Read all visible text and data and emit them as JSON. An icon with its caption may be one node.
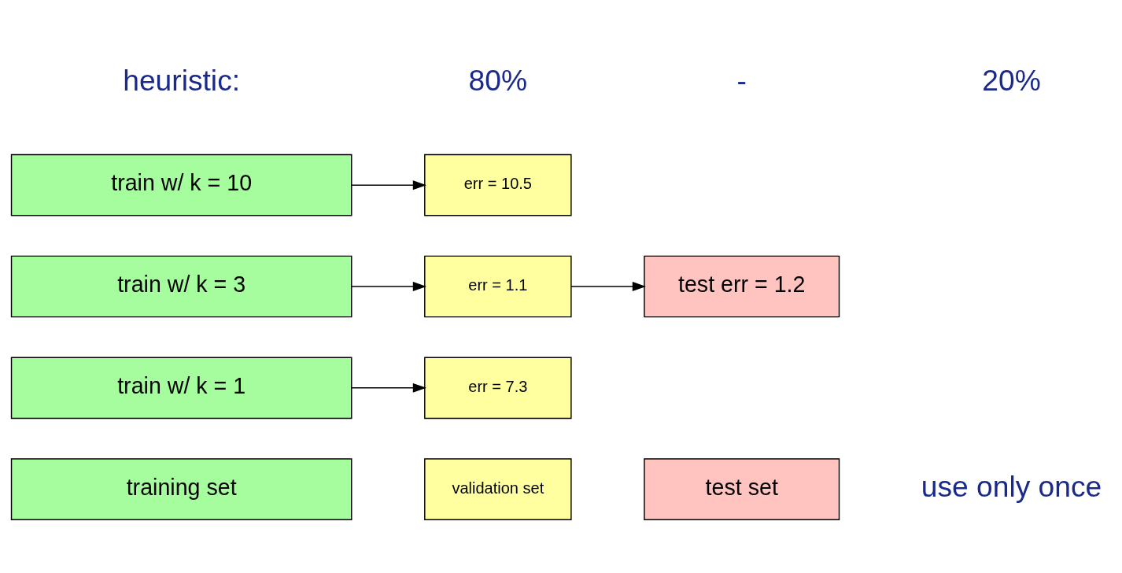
{
  "diagram": {
    "nodes": [
      {
        "text": [
          "training set"
        ]
      },
      {
        "text": [
          "validation set"
        ]
      },
      {
        "text": [
          "test set"
        ]
      },
      {
        "text": [
          "train w/ k = 1"
        ]
      },
      {
        "text": [
          "err = 7.3"
        ]
      },
      {
        "text": [
          "train w/ k = 3"
        ]
      },
      {
        "text": [
          "err = 1.1"
        ]
      },
      {
        "text": [
          "test err = 1.2"
        ]
      },
      {
        "text": [
          "train w/ k = 10"
        ]
      },
      {
        "text": [
          "err = 10.5"
        ]
      }
    ],
    "edges": [
      {
        "from": 3,
        "to": 4,
        "arrow": "to"
      },
      {
        "from": 5,
        "to": 6,
        "arrow": "to"
      },
      {
        "from": 6,
        "to": 7,
        "arrow": "to"
      },
      {
        "from": 8,
        "to": 9,
        "arrow": "to"
      }
    ],
    "labels": [
      "heuristic:",
      "80%",
      "-",
      "20%",
      "use only once"
    ]
  }
}
